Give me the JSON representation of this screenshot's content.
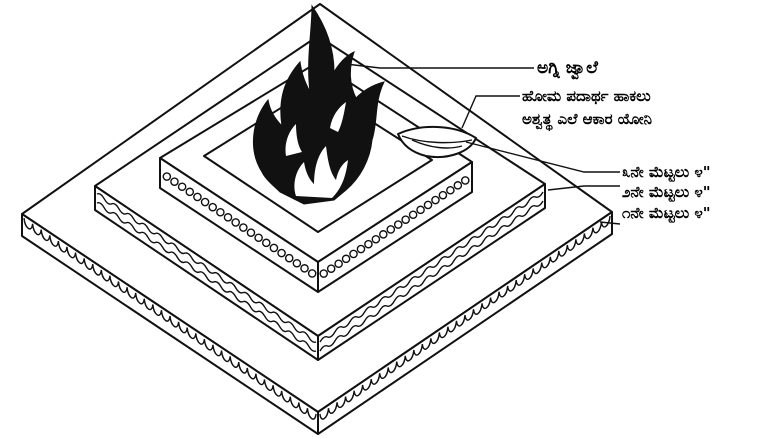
{
  "labels": {
    "flame": "ಅಗ್ನಿ ಜ್ವಾಲೆ",
    "leaf_line1": "ಹೋಮ ಪದಾರ್ಥ ಹಾಕಲು",
    "leaf_line2": "ಅಶ್ವತ್ಥ ಎಲೆ ಆಕಾರ ಯೋನಿ",
    "step1": "೩ನೇ ಮೆಟ್ಟಲು ೪\"",
    "step2": "೨ನೇ ಮೆಟ್ಟಲು ೪\"",
    "step3": "೧ನೇ ಮೆಟ್ಟಲು ೪\""
  },
  "colors": {
    "ink": "#111111",
    "flame": "#111111",
    "background": "#ffffff"
  }
}
